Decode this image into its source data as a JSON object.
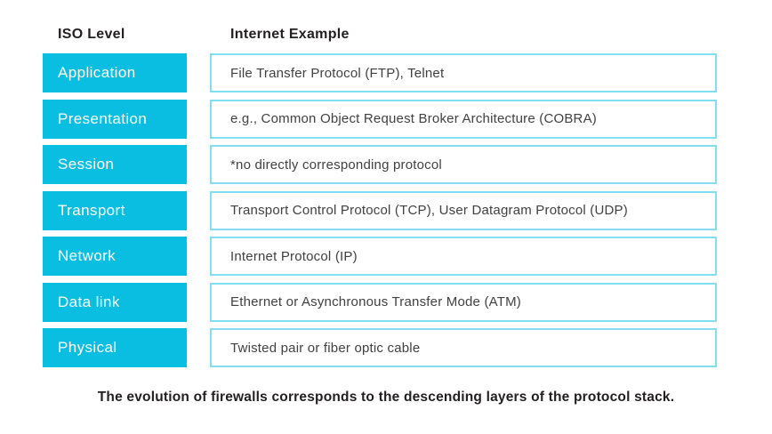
{
  "header": {
    "iso_level": "ISO Level",
    "internet_example": "Internet Example"
  },
  "rows": [
    {
      "level": "Application",
      "example": "File Transfer Protocol (FTP), Telnet"
    },
    {
      "level": "Presentation",
      "example": "e.g., Common Object Request Broker Architecture (COBRA)"
    },
    {
      "level": "Session",
      "example": "*no directly corresponding protocol"
    },
    {
      "level": "Transport",
      "example": "Transport Control Protocol (TCP), User Datagram Protocol (UDP)"
    },
    {
      "level": "Network",
      "example": "Internet Protocol (IP)"
    },
    {
      "level": "Data link",
      "example": "Ethernet or Asynchronous Transfer Mode (ATM)"
    },
    {
      "level": "Physical",
      "example": "Twisted pair or fiber optic cable"
    }
  ],
  "caption": "The evolution of firewalls corresponds to the descending layers of the protocol stack.",
  "colors": {
    "box_fill": "#0abee1",
    "box_border": "#84def2",
    "label_text": "#ffffff",
    "example_text": "#414042",
    "heading_text": "#231f20"
  }
}
